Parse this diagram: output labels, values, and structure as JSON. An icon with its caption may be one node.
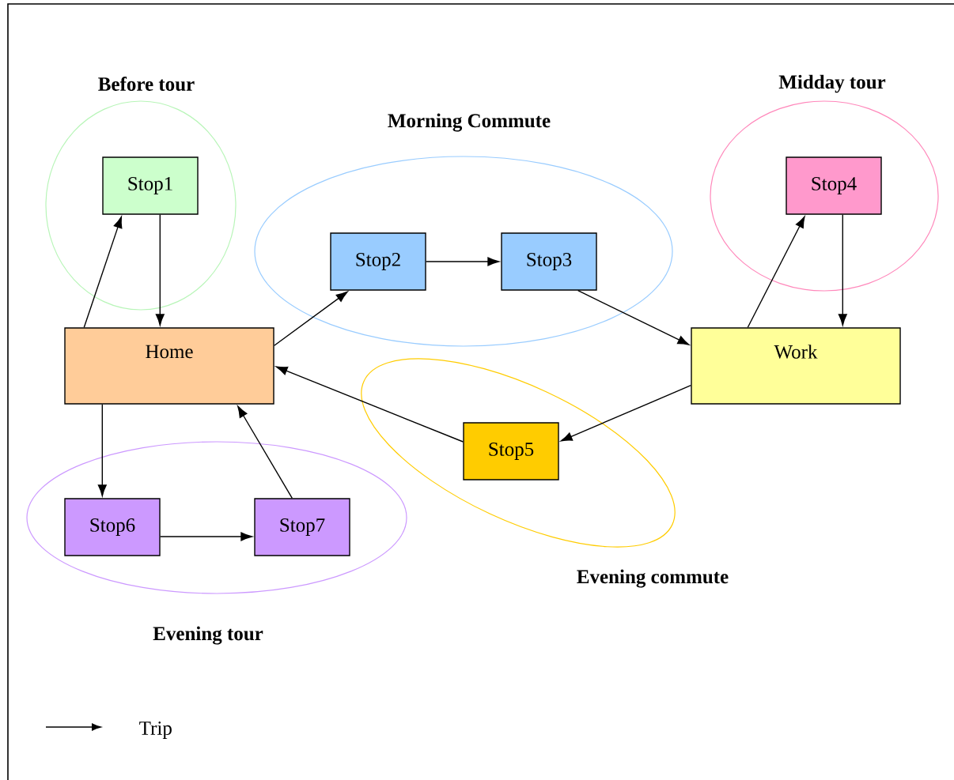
{
  "diagram": {
    "nodes": [
      {
        "text": [
          "Before  tour"
        ]
      },
      {
        "text": [
          "Stop1"
        ],
        "in": 0
      },
      {
        "text": [
          "Midday tour"
        ]
      },
      {
        "text": [
          "Stop4"
        ],
        "in": 2
      },
      {
        "text": [
          "Morning Commute"
        ]
      },
      {
        "text": [
          "Stop2"
        ],
        "in": 4
      },
      {
        "text": [
          "Stop3"
        ],
        "in": 4
      },
      {
        "text": [
          "Home"
        ]
      },
      {
        "text": [
          "Work"
        ]
      },
      {
        "text": [
          "Evening commute"
        ]
      },
      {
        "text": [
          "Stop5"
        ],
        "in": 9
      },
      {
        "text": [
          "Evening tour"
        ]
      },
      {
        "text": [
          "Stop6"
        ],
        "in": 11
      },
      {
        "text": [
          "Stop7"
        ],
        "in": 11
      }
    ],
    "edges": [
      {
        "from": 7,
        "to": 1,
        "arrow": "to"
      },
      {
        "from": 1,
        "to": 7,
        "arrow": "to"
      },
      {
        "from": 7,
        "to": 5,
        "arrow": "to"
      },
      {
        "from": 5,
        "to": 6,
        "arrow": "to"
      },
      {
        "from": 6,
        "to": 8,
        "arrow": "to"
      },
      {
        "from": 8,
        "to": 3,
        "arrow": "to"
      },
      {
        "from": 3,
        "to": 8,
        "arrow": "to"
      },
      {
        "from": 8,
        "to": 10,
        "arrow": "to"
      },
      {
        "from": 10,
        "to": 7,
        "arrow": "to"
      },
      {
        "from": 7,
        "to": 12,
        "arrow": "to"
      },
      {
        "from": 12,
        "to": 13,
        "arrow": "to"
      },
      {
        "from": 13,
        "to": 7,
        "arrow": "to"
      }
    ],
    "legend": [
      {
        "text": "Trip"
      }
    ]
  }
}
